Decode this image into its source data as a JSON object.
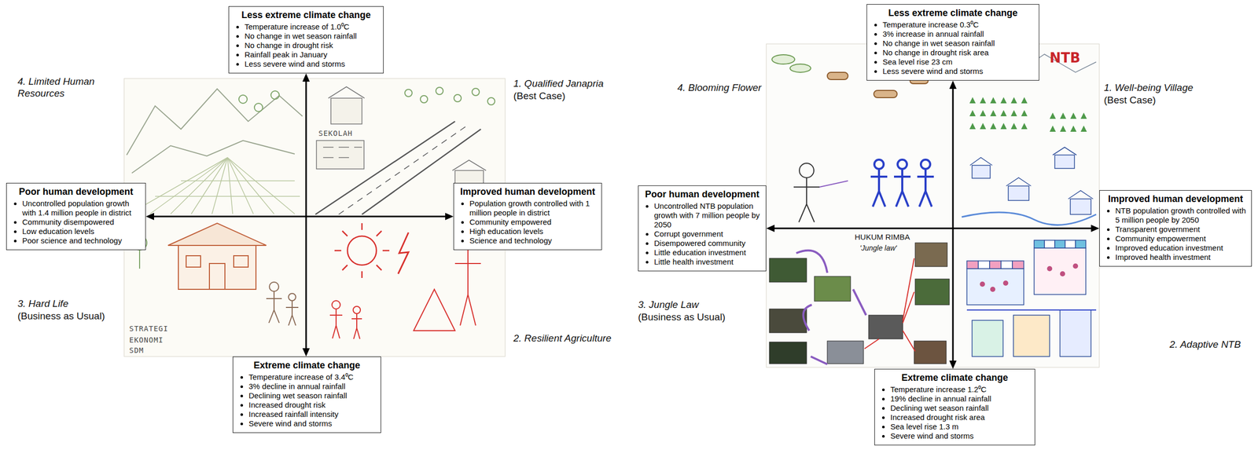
{
  "diagram": {
    "nodes": [
      {
        "text": [
          "Less extreme climate change",
          "Temperature increase of 1.0⁰C",
          "No change in wet season rainfall",
          "No change in drought risk",
          "Rainfall peak in January",
          "Less severe wind and storms"
        ]
      },
      {
        "text": [
          "Poor human development",
          "Uncontrolled population growth with 1.4 million people in district",
          "Community disempowered",
          "Low education levels",
          "Poor science and technology"
        ]
      },
      {
        "text": [
          "Improved human development",
          "Population growth controlled with 1 million people in district",
          "Community empowered",
          "High education levels",
          "Science and technology"
        ]
      },
      {
        "text": [
          "Extreme climate change",
          "Temperature increase of 3.4⁰C",
          "3% decline in annual rainfall",
          "Declining wet season rainfall",
          "Increased drought risk",
          "Increased rainfall intensity",
          "Severe wind and storms"
        ]
      },
      {
        "text": [
          "Less extreme climate change",
          "Temperature increase 0.3⁰C",
          "3% increase in annual rainfall",
          "No change in wet season rainfall",
          "No change in drought risk area",
          "Sea level rise 23 cm",
          "Less severe wind and storms"
        ]
      },
      {
        "text": [
          "Poor human development",
          "Uncontrolled NTB population growth with 7 million people by 2050",
          "Corrupt government",
          "Disempowered community",
          "Little education investment",
          "Little health investment"
        ]
      },
      {
        "text": [
          "Improved human development",
          "NTB population growth controlled with 5 million people by 2050",
          "Transparent government",
          "Community empowerment",
          "Improved education investment",
          "Improved health investment"
        ]
      },
      {
        "text": [
          "Extreme climate change",
          "Temperature increase 1.2⁰C",
          "19% decline in annual rainfall",
          "Declining wet season rainfall",
          "Increased drought risk area",
          "Sea level rise 1.3 m",
          "Severe wind and storms"
        ]
      }
    ],
    "edges": [
      {
        "from": 0,
        "to": 3,
        "arrow": "both"
      },
      {
        "from": 1,
        "to": 2,
        "arrow": "both"
      },
      {
        "from": 4,
        "to": 7,
        "arrow": "both"
      },
      {
        "from": 5,
        "to": 6,
        "arrow": "both"
      }
    ],
    "labels": [
      "4. Limited Human Resources",
      "1. Qualified Janapria",
      "(Best Case)",
      "3. Hard Life",
      "(Business as Usual)",
      "2. Resilient Agriculture",
      "SEKOLAH",
      "STRATEGI",
      "EKONOMI",
      "SDM",
      "4. Blooming Flower",
      "1. Well-being Village",
      "(Best Case)",
      "3. Jungle Law",
      "(Business as Usual)",
      "2. Adaptive NTB",
      "NTB",
      "HUKUM RIMBA",
      "'Jungle law'"
    ]
  }
}
